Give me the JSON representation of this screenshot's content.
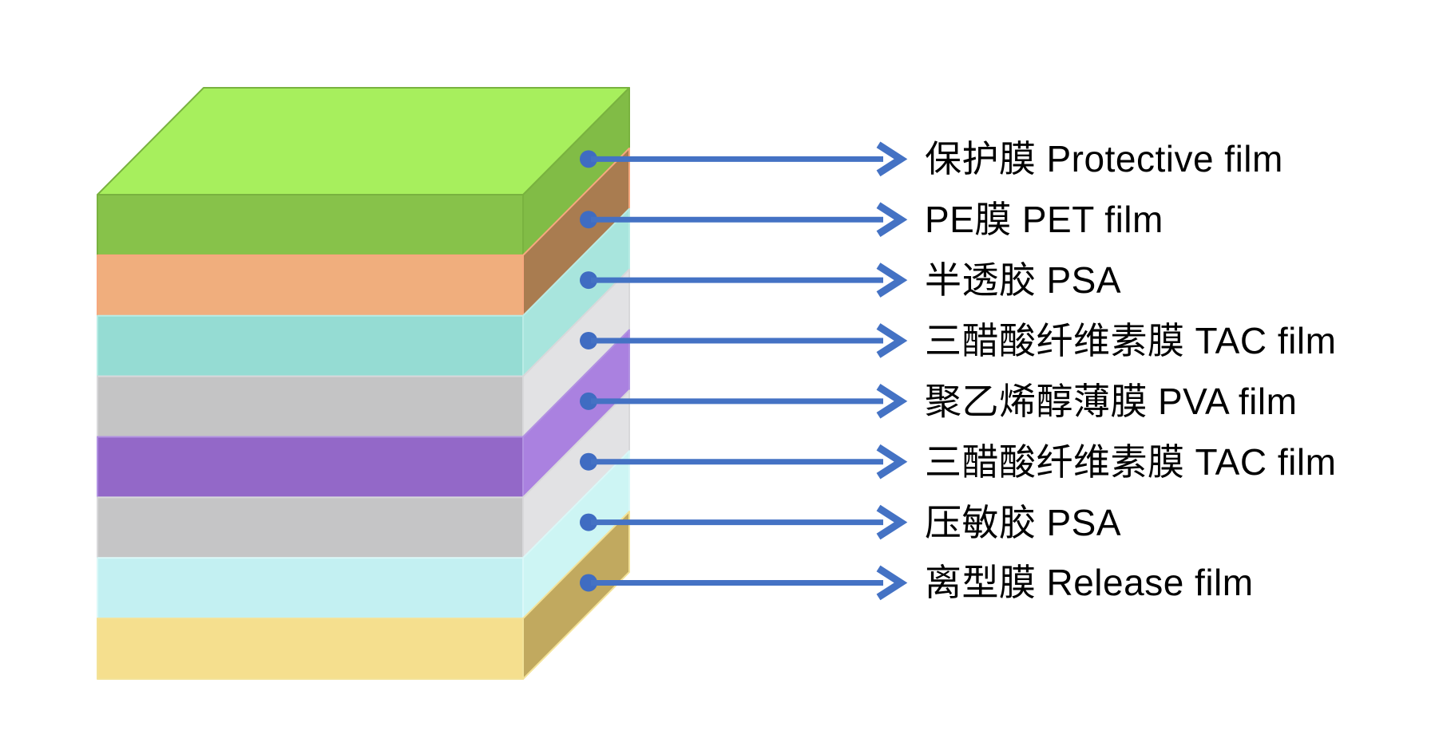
{
  "diagram": {
    "background": "#ffffff",
    "text_color": "#000000",
    "arrow_color": "#4472c4",
    "dot_color": "#3f6cc2"
  },
  "layers": [
    {
      "zh": "保护膜",
      "en": "Protective film",
      "colors": {
        "top": "#a7ef5d",
        "front": "#87c24a",
        "side": "#81bc46",
        "stroke": "#79b23f"
      }
    },
    {
      "zh": "PE膜",
      "en": "PET film",
      "colors": {
        "front": "#f0ae7d",
        "side": "#a97c50",
        "stroke": "#f6a87e"
      }
    },
    {
      "zh": "半透胶",
      "en": "PSA",
      "colors": {
        "front": "#95dcd3",
        "side": "#a8e5dd",
        "stroke": "#b9ece5"
      }
    },
    {
      "zh": "三醋酸纤维素膜",
      "en": "TAC film",
      "colors": {
        "front": "#c4c4c5",
        "side": "#e2e2e4",
        "stroke": "#d8d8da"
      }
    },
    {
      "zh": "聚乙烯醇薄膜",
      "en": "PVA film",
      "colors": {
        "front": "#9368c8",
        "side": "#aa81e0",
        "stroke": "#b292e2"
      }
    },
    {
      "zh": "三醋酸纤维素膜",
      "en": "TAC film",
      "colors": {
        "front": "#c5c5c6",
        "side": "#e2e2e4",
        "stroke": "#d8d8da"
      }
    },
    {
      "zh": "压敏胶",
      "en": "PSA",
      "colors": {
        "front": "#c3f0f2",
        "side": "#cdf5f4",
        "stroke": "#daf8f8"
      }
    },
    {
      "zh": "离型膜",
      "en": "Release film",
      "colors": {
        "front": "#f5df8e",
        "side": "#c1a95f",
        "stroke": "#f3e298"
      }
    }
  ]
}
